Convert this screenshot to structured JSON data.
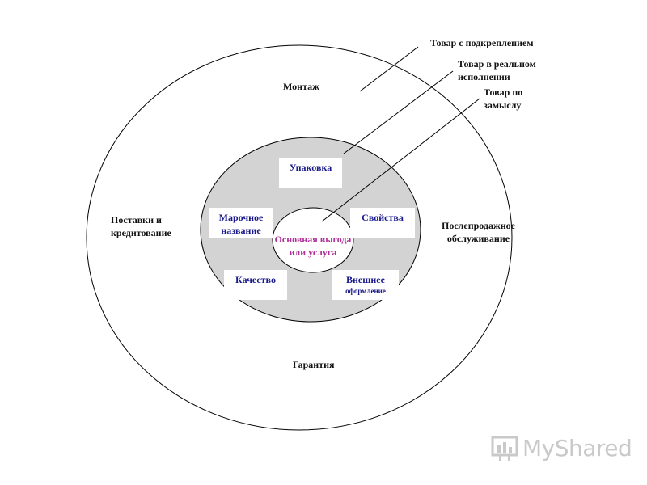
{
  "diagram": {
    "callouts": {
      "augmented": "Товар с подкреплением",
      "actual_line1": "Товар в реальном",
      "actual_line2": "исполнении",
      "core_line1": "Товар по",
      "core_line2": "замыслу"
    },
    "outer_ring": {
      "installation": "Монтаж",
      "delivery_line1": "Поставки и",
      "delivery_line2": "кредитование",
      "aftersales_line1": "Послепродажное",
      "aftersales_line2": "обслуживание",
      "warranty": "Гарантия"
    },
    "middle_ring": {
      "packaging": "Упаковка",
      "brand_line1": "Марочное",
      "brand_line2": "название",
      "properties": "Свойства",
      "quality": "Качество",
      "design_line1": "Внешнее",
      "design_line2": "оформление"
    },
    "core": {
      "line1": "Основная выгода",
      "line2": "или услуга"
    },
    "colors": {
      "middle_ring_fill": "#d3d3d3",
      "box_text": "#1a1a8c",
      "core_text": "#b0309a",
      "stroke": "#000000"
    }
  },
  "watermark": {
    "text": "MyShared",
    "icon": "myshared-logo-icon"
  }
}
